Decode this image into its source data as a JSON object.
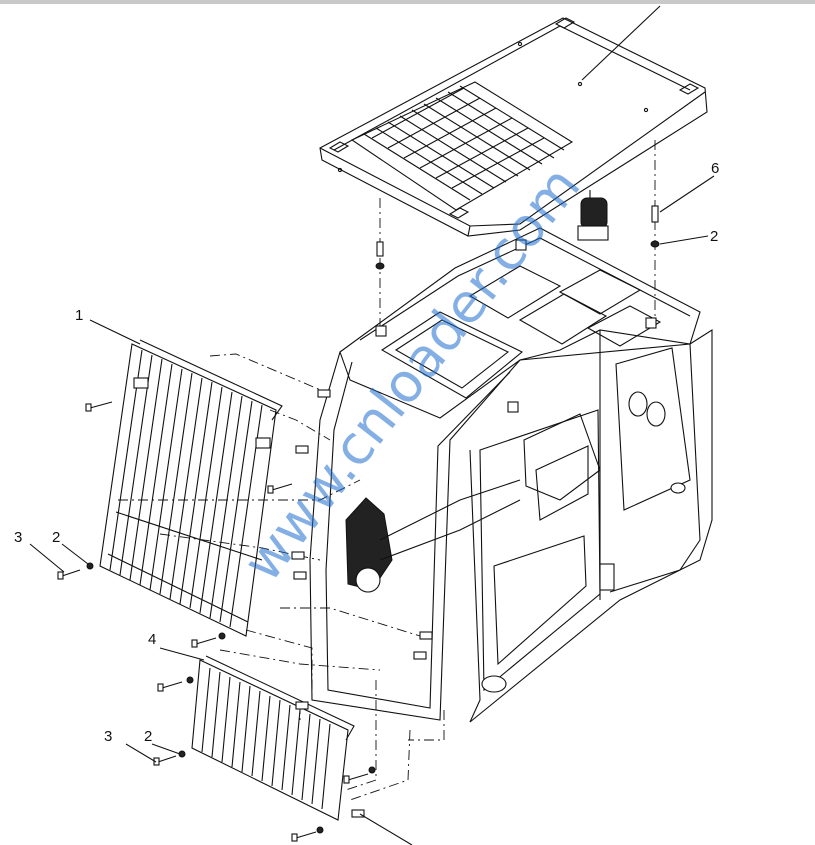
{
  "diagram": {
    "watermark": "www.cnloader.com",
    "callouts": [
      {
        "id": "c1",
        "text": "1"
      },
      {
        "id": "c2a",
        "text": "2"
      },
      {
        "id": "c3a",
        "text": "3"
      },
      {
        "id": "c2b",
        "text": "2"
      },
      {
        "id": "c4",
        "text": "4"
      },
      {
        "id": "c3b",
        "text": "3"
      },
      {
        "id": "c2c",
        "text": "2"
      },
      {
        "id": "c6",
        "text": "6"
      },
      {
        "id": "c2d",
        "text": "2"
      }
    ]
  },
  "colors": {
    "line": "#111111",
    "watermark": "#1e6fd0",
    "background": "#ffffff"
  }
}
